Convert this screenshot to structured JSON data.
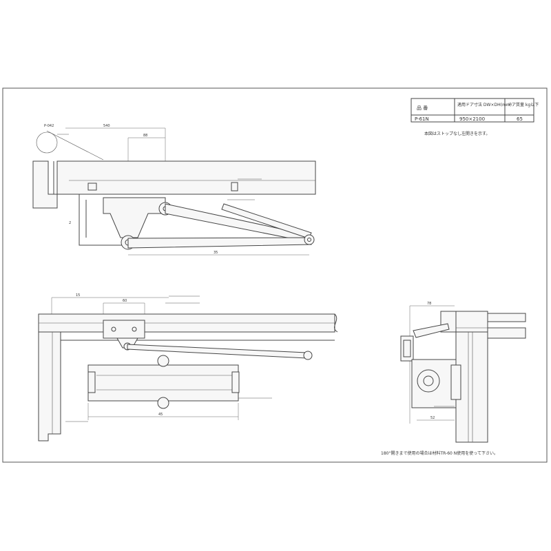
{
  "spec_table": {
    "headers": [
      "品 番",
      "適用ドア寸法\nDW×DH(mm)",
      "ドア質量\nkg以下"
    ],
    "row": [
      "P-61N",
      "950×2100",
      "65"
    ]
  },
  "notes": {
    "top_note": "本図はストップなし左開きを示す。",
    "bottom_note": "180°開きまで使用の場合は材料TR-60 N使用を使って下さい。"
  },
  "dimensions": {
    "top_view": [
      "540",
      "88",
      "P-042",
      "35",
      "2"
    ],
    "front_view": [
      "15",
      "60",
      "45"
    ],
    "side_view": [
      "78",
      "52"
    ]
  }
}
